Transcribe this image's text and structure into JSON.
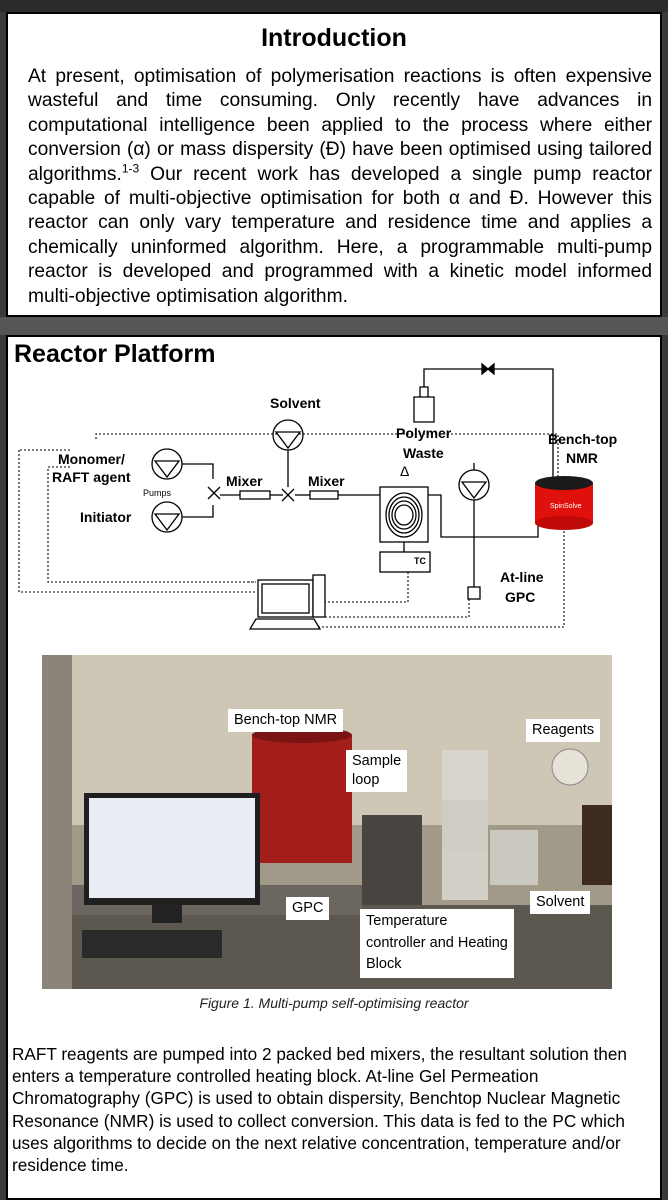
{
  "intro": {
    "title": "Introduction",
    "part1": "At present, optimisation of polymerisation reactions is often expensive wasteful and time consuming. Only recently have advances in computational intelligence been applied to the process where either conversion (α) or mass dispersity (Đ) have been optimised using tailored algorithms.",
    "citation": "1-3",
    "part2": " Our recent work has developed a single pump reactor capable of multi-objective optimisation for both α and Đ. However this reactor can only vary temperature and residence time and applies a chemically uninformed algorithm. Here, a programmable multi-pump reactor is developed and programmed with a kinetic model informed multi-objective optimisation algorithm."
  },
  "platform": {
    "title": "Reactor Platform",
    "diagram": {
      "solvent": "Solvent",
      "monomer": "Monomer/",
      "raft": "RAFT agent",
      "pumps": "Pumps",
      "initiator": "Initiator",
      "mixer1": "Mixer",
      "mixer2": "Mixer",
      "polymer": "Polymer",
      "waste": "Waste",
      "delta": "Δ",
      "benchtop": "Bench-top",
      "nmr": "NMR",
      "spinsolve": "SpinSolve",
      "tc": "TC",
      "atline": "At-line",
      "gpc": "GPC"
    },
    "photo_labels": {
      "nmr": "Bench-top NMR",
      "reagents": "Reagents",
      "sample1": "Sample",
      "sample2": "loop",
      "gpc": "GPC",
      "solvent": "Solvent",
      "temp1": "Temperature",
      "temp2": "controller and Heating",
      "temp3": "Block"
    },
    "caption": "Figure 1. Multi-pump self-optimising reactor",
    "body": "RAFT reagents are pumped into 2 packed bed mixers, the resultant solution then enters a temperature controlled heating block. At-line Gel Permeation Chromatography (GPC) is used to obtain dispersity, Benchtop Nuclear Magnetic Resonance (NMR) is used to collect conversion. This data is fed to the PC which uses algorithms to decide on the next relative concentration, temperature and/or residence time."
  }
}
